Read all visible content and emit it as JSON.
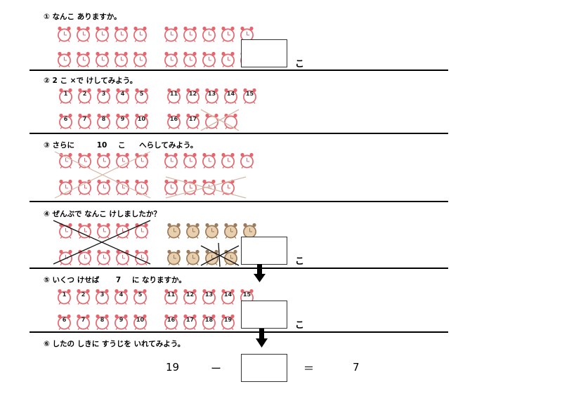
{
  "colors": {
    "clock_red": "#e8646c",
    "clock_brown": "#9c7a5a",
    "clock_tan": "#e8cfae",
    "cross": "#d8b8a8"
  },
  "q1": {
    "heading": "① なんこ ありますか。",
    "unit": "こ"
  },
  "q2": {
    "heading_a": "② 2 こ ×で けしてみよう。",
    "left_top": [
      "1",
      "2",
      "3",
      "4",
      "5"
    ],
    "left_bottom": [
      "6",
      "7",
      "8",
      "9",
      "10"
    ],
    "right_top": [
      "11",
      "12",
      "13",
      "14",
      "15"
    ],
    "right_bottom": [
      "16",
      "17",
      "",
      ""
    ]
  },
  "q3": {
    "heading_a": "③ さらに",
    "heading_num": "10",
    "heading_b": "こ",
    "heading_c": "へらしてみよう。"
  },
  "q4": {
    "heading": "④ ぜんぶで なんこ けしましたか？",
    "unit": "こ"
  },
  "q5": {
    "heading_a": "⑤ いくつ けせば",
    "heading_num": "7",
    "heading_b": "に なりますか。",
    "left_top": [
      "1",
      "2",
      "3",
      "4",
      "5"
    ],
    "left_bottom": [
      "6",
      "7",
      "8",
      "9",
      "10"
    ],
    "right_top": [
      "11",
      "12",
      "13",
      "14",
      "15"
    ],
    "right_bottom": [
      "16",
      "17",
      "18",
      "19"
    ],
    "unit": "こ"
  },
  "q6": {
    "heading": "⑥ したの しきに すうじを いれてみよう。",
    "left": "19",
    "minus": "ー",
    "equals": "＝",
    "right": "7"
  }
}
